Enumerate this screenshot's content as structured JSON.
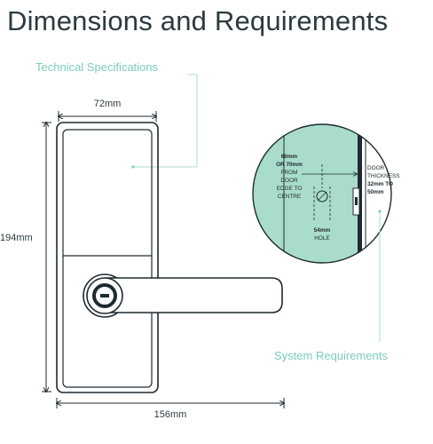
{
  "title": "Dimensions and Requirements",
  "labels": {
    "technical_specifications": "Technical Specifications",
    "system_requirements": "System Requirements"
  },
  "dimensions": {
    "width": "72mm",
    "height": "194mm",
    "depth": "156mm"
  },
  "door_detail": {
    "backset_line1": "60mm",
    "backset_line2": "OR 70mm",
    "backset_line3": "FROM",
    "backset_line4": "DOOR",
    "backset_line5": "EDGE TO",
    "backset_line6": "CENTRE",
    "hole_line1": "54mm",
    "hole_line2": "HOLE",
    "thickness_line1": "DOOR",
    "thickness_line2": "THICKNESS",
    "thickness_line3": "32mm TO",
    "thickness_line4": "50mm"
  },
  "colors": {
    "accent": "#7ccdb6",
    "accent_fill": "#a9dccb",
    "ink": "#1e2a30",
    "text": "#2b3a40"
  }
}
